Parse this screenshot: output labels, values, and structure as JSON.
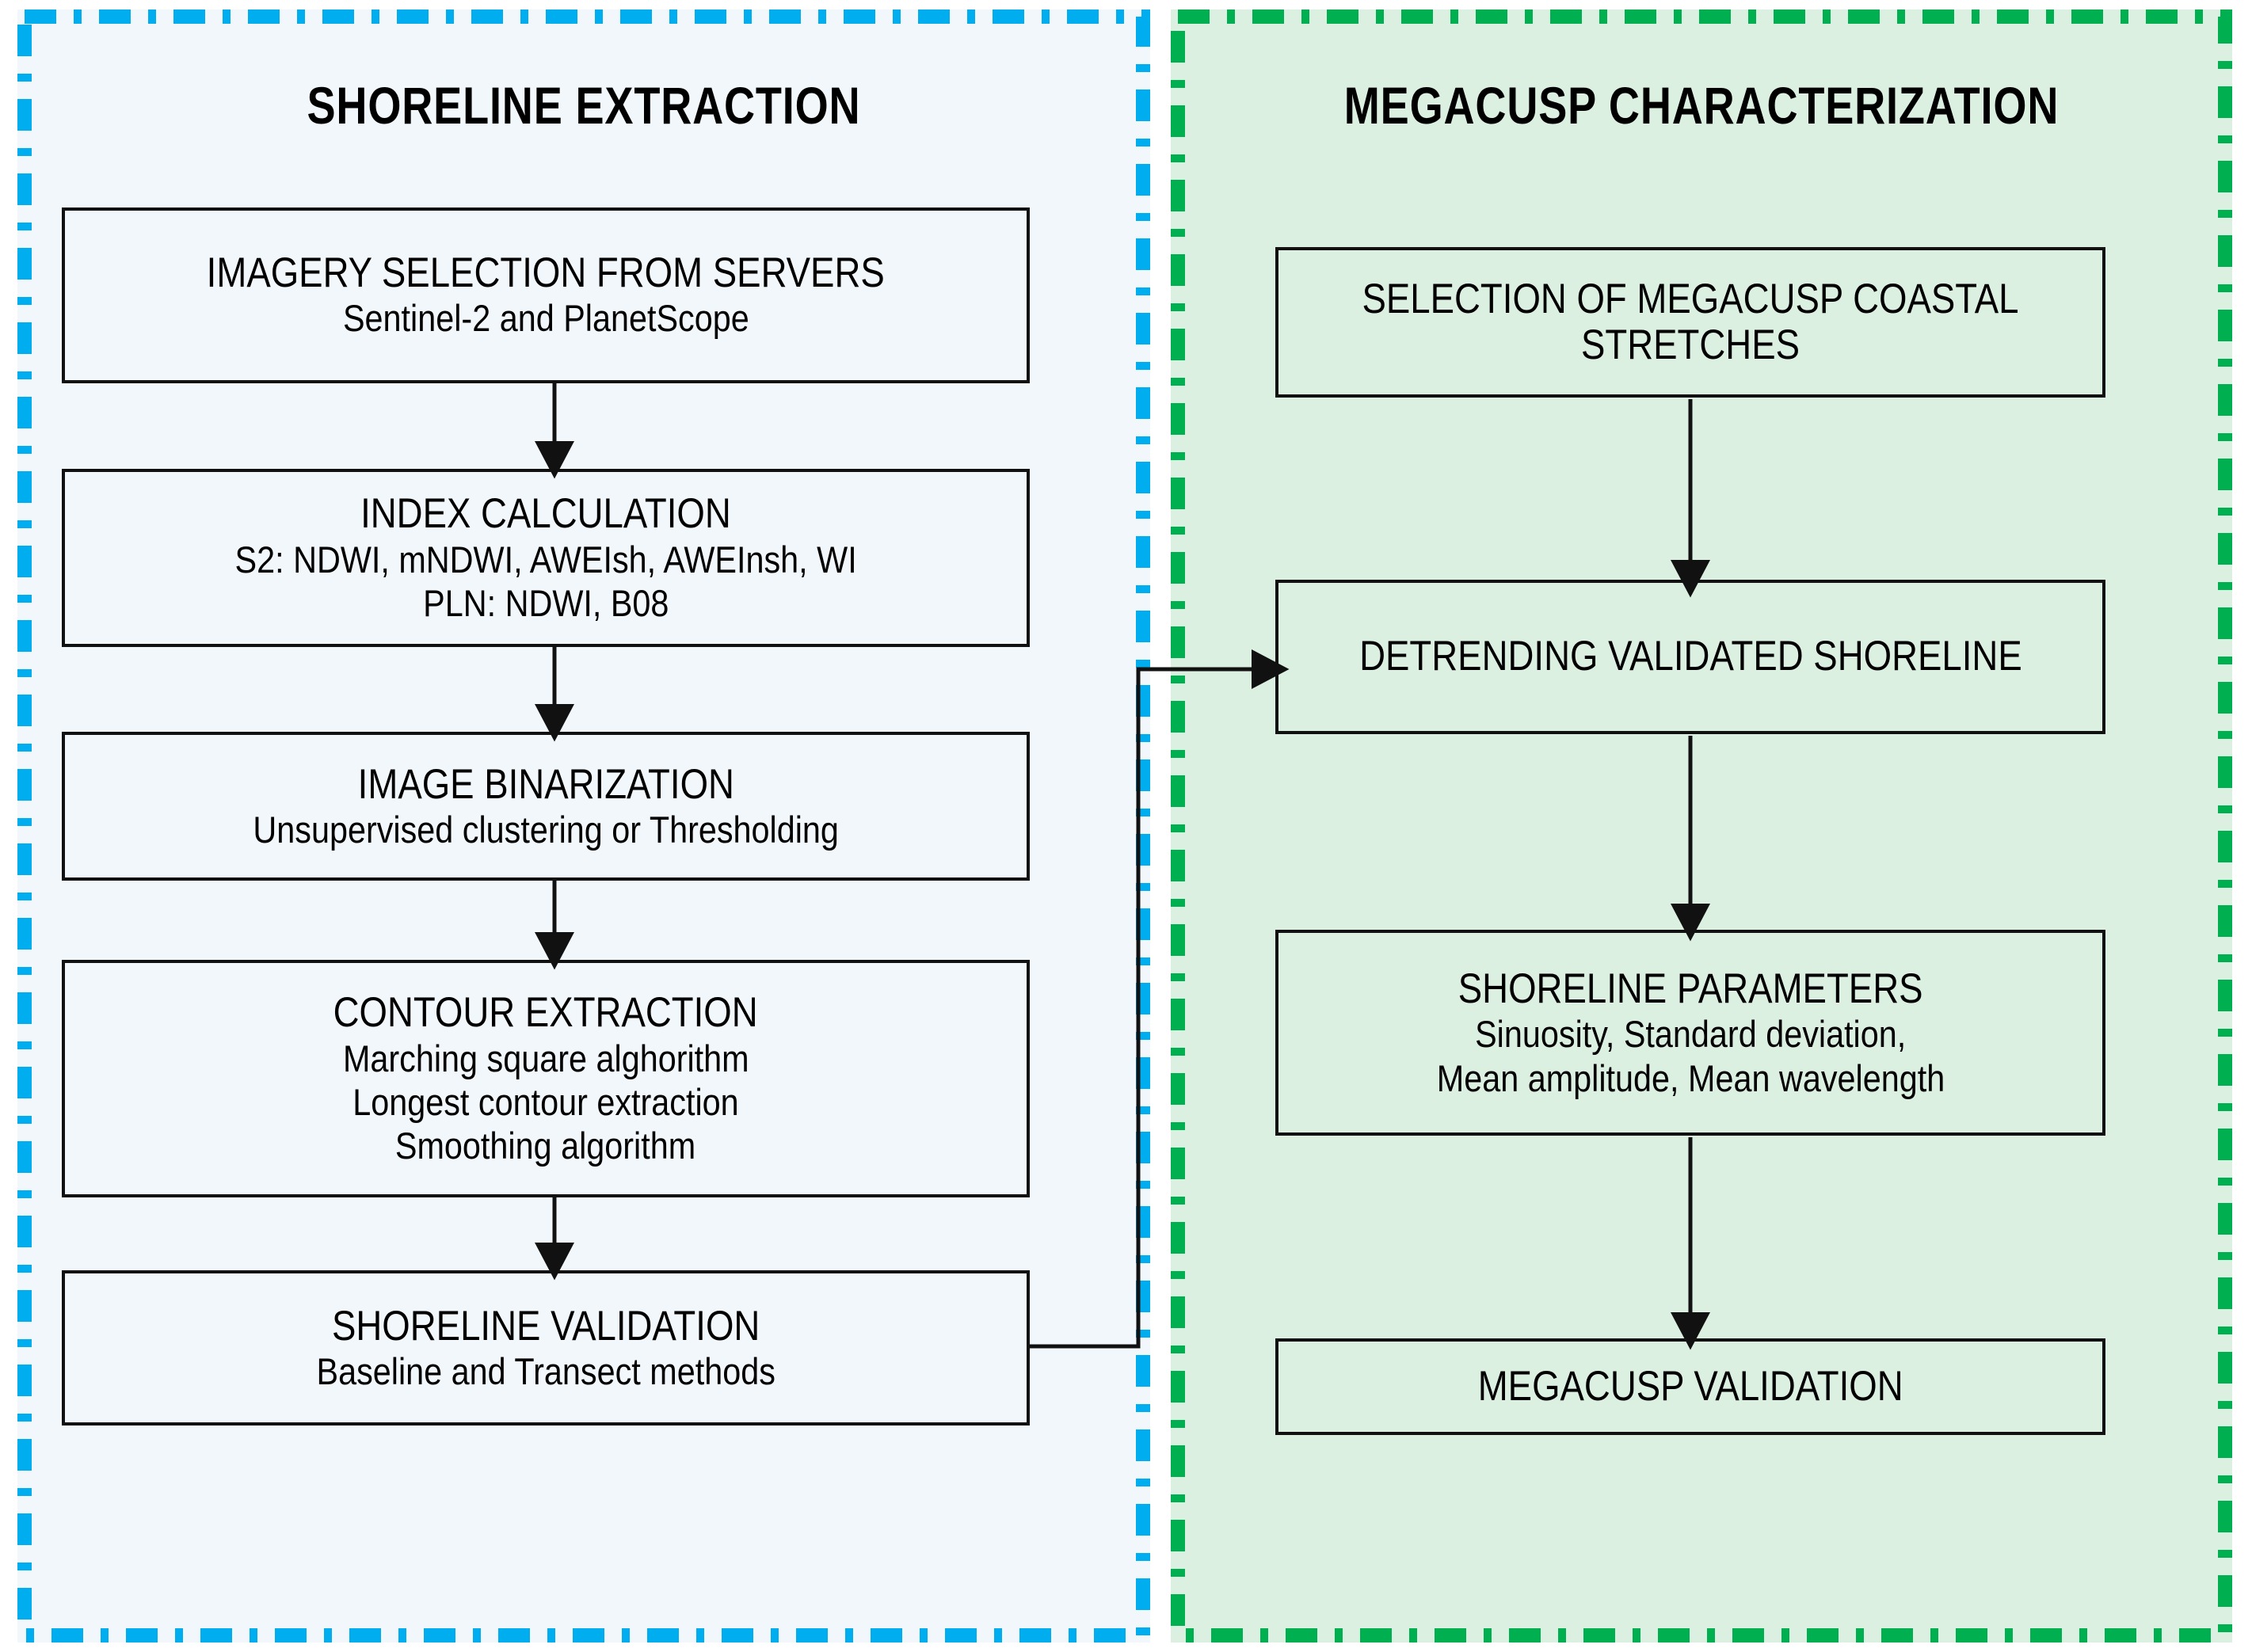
{
  "figure": {
    "type": "flowchart",
    "panels": [
      {
        "id": "shoreline-extraction",
        "title": "SHORELINE EXTRACTION",
        "border_color": "#00AEEF",
        "fill_color": "#F2F7FC",
        "border_style": "dash-dot",
        "steps": [
          {
            "id": "imagery-selection",
            "title": "IMAGERY SELECTION FROM SERVERS",
            "subtitle_lines": [
              "Sentinel-2 and PlanetScope"
            ]
          },
          {
            "id": "index-calculation",
            "title": "INDEX CALCULATION",
            "subtitle_lines": [
              "S2: NDWI, mNDWI, AWEIsh, AWEInsh, WI",
              "PLN: NDWI, B08"
            ]
          },
          {
            "id": "image-binarization",
            "title": "IMAGE BINARIZATION",
            "subtitle_lines": [
              "Unsupervised clustering or Thresholding"
            ]
          },
          {
            "id": "contour-extraction",
            "title": "CONTOUR EXTRACTION",
            "subtitle_lines": [
              "Marching square alghorithm",
              "Longest contour extraction",
              "Smoothing algorithm"
            ]
          },
          {
            "id": "shoreline-validation",
            "title": "SHORELINE VALIDATION",
            "subtitle_lines": [
              "Baseline and Transect methods"
            ]
          }
        ]
      },
      {
        "id": "megacusp-characterization",
        "title": "MEGACUSP CHARACTERIZATION",
        "border_color": "#00B050",
        "fill_color": "#DBF0E1",
        "border_style": "dash-dot",
        "steps": [
          {
            "id": "selection-of-megacusp",
            "title": "SELECTION OF MEGACUSP COASTAL STRETCHES",
            "subtitle_lines": []
          },
          {
            "id": "detrending-validated-shoreline",
            "title": "DETRENDING VALIDATED SHORELINE",
            "subtitle_lines": []
          },
          {
            "id": "shoreline-parameters",
            "title": "SHORELINE PARAMETERS",
            "subtitle_lines": [
              "Sinuosity, Standard deviation,",
              "Mean amplitude, Mean wavelength"
            ]
          },
          {
            "id": "megacusp-validation",
            "title": "MEGACUSP VALIDATION",
            "subtitle_lines": []
          }
        ]
      }
    ],
    "connectors": [
      {
        "id": "imagery-to-index",
        "from": "imagery-selection",
        "to": "index-calculation",
        "kind": "arrow-down"
      },
      {
        "id": "index-to-binarization",
        "from": "index-calculation",
        "to": "image-binarization",
        "kind": "arrow-down"
      },
      {
        "id": "binarization-to-contour",
        "from": "image-binarization",
        "to": "contour-extraction",
        "kind": "arrow-down"
      },
      {
        "id": "contour-to-validation",
        "from": "contour-extraction",
        "to": "shoreline-validation",
        "kind": "arrow-down"
      },
      {
        "id": "validation-to-detrending",
        "from": "shoreline-validation",
        "to": "detrending-validated-shoreline",
        "kind": "elbow-arrow-right"
      },
      {
        "id": "selection-to-detrending",
        "from": "selection-of-megacusp",
        "to": "detrending-validated-shoreline",
        "kind": "arrow-down"
      },
      {
        "id": "detrending-to-parameters",
        "from": "detrending-validated-shoreline",
        "to": "shoreline-parameters",
        "kind": "arrow-down"
      },
      {
        "id": "parameters-to-megavalidation",
        "from": "shoreline-parameters",
        "to": "megacusp-validation",
        "kind": "arrow-down"
      }
    ]
  }
}
